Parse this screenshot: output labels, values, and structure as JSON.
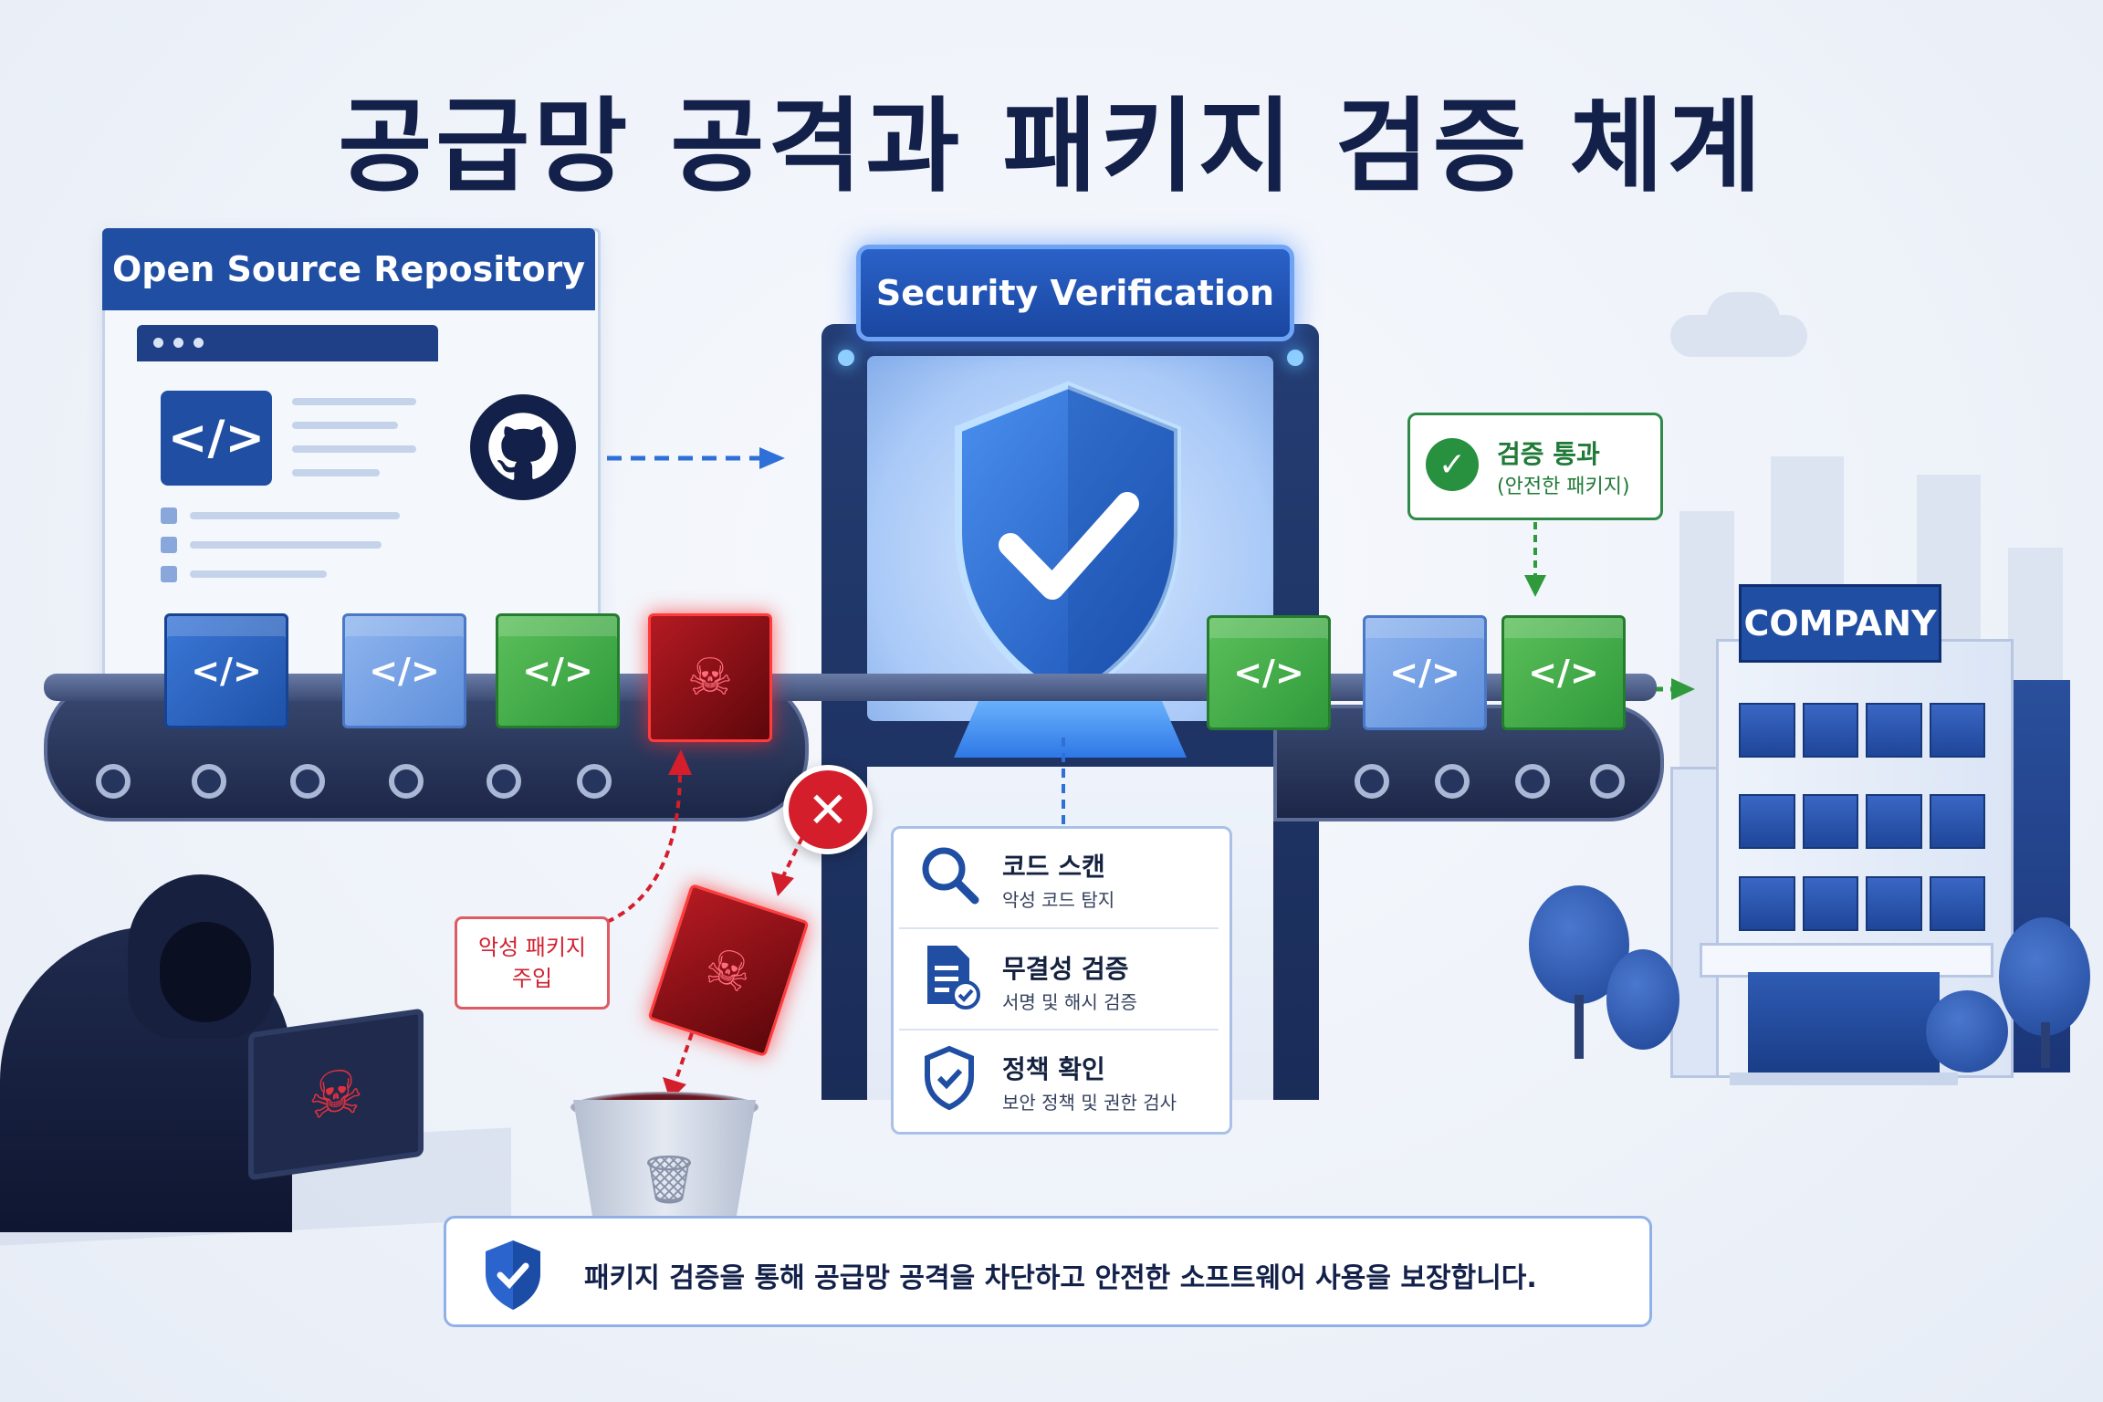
{
  "title": "공급망 공격과 패키지 검증 체계",
  "repository": {
    "header": "Open Source Repository",
    "code_symbol": "</>"
  },
  "security_gate": {
    "label": "Security Verification"
  },
  "pass_callout": {
    "title": "검증 통과",
    "subtitle": "(안전한 패키지)",
    "check": "✓"
  },
  "inject_callout": {
    "line1": "악성 패키지",
    "line2": "주입"
  },
  "package_symbol": "</>",
  "skull_symbol": "☠",
  "reject_symbol": "✕",
  "checks": [
    {
      "title": "코드 스캔",
      "subtitle": "악성 코드 탐지",
      "icon": "magnifier-icon"
    },
    {
      "title": "무결성 검증",
      "subtitle": "서명 및 해시 검증",
      "icon": "document-check-icon"
    },
    {
      "title": "정책 확인",
      "subtitle": "보안 정책 및 권한 검사",
      "icon": "shield-check-icon"
    }
  ],
  "company": {
    "sign": "COMPANY"
  },
  "banner": {
    "text": "패키지 검증을 통해 공급망 공격을 차단하고 안전한 소프트웨어 사용을 보장합니다."
  },
  "colors": {
    "navy": "#13214a",
    "primary_blue": "#1f4ea3",
    "safe_green": "#2f9a3b",
    "danger_red": "#d51e2c"
  }
}
